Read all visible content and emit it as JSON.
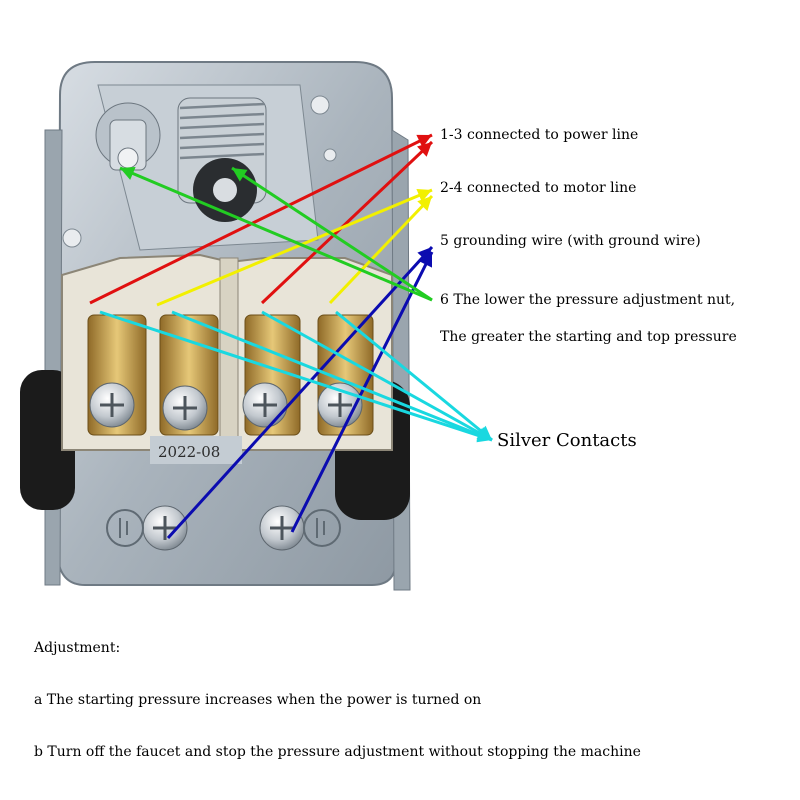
{
  "diagram": {
    "colors": {
      "red": "#e01010",
      "yellow": "#f2f000",
      "blue": "#0b0bb0",
      "green": "#22cc22",
      "cyan": "#19d8e0",
      "metal": "#b9c3cc",
      "ceramic": "#e8e4d8",
      "brass": "#c9a85a",
      "rubber": "#1b1b1b"
    },
    "callouts": {
      "power_line": "1-3 connected to power line",
      "motor_line": "2-4 connected to motor line",
      "grounding": "5 grounding wire (with ground wire)",
      "nut_line1": "6 The lower the pressure adjustment nut,",
      "nut_line2": "The greater the starting and top pressure",
      "silver": "Silver Contacts"
    },
    "stamp_text": "2022-08",
    "photo_subject": "pressure-switch"
  },
  "adjustment": {
    "heading": "Adjustment:",
    "a": "a The starting pressure increases when the power is turned on",
    "b": "b Turn off the faucet and stop the pressure adjustment without stopping the machine"
  }
}
